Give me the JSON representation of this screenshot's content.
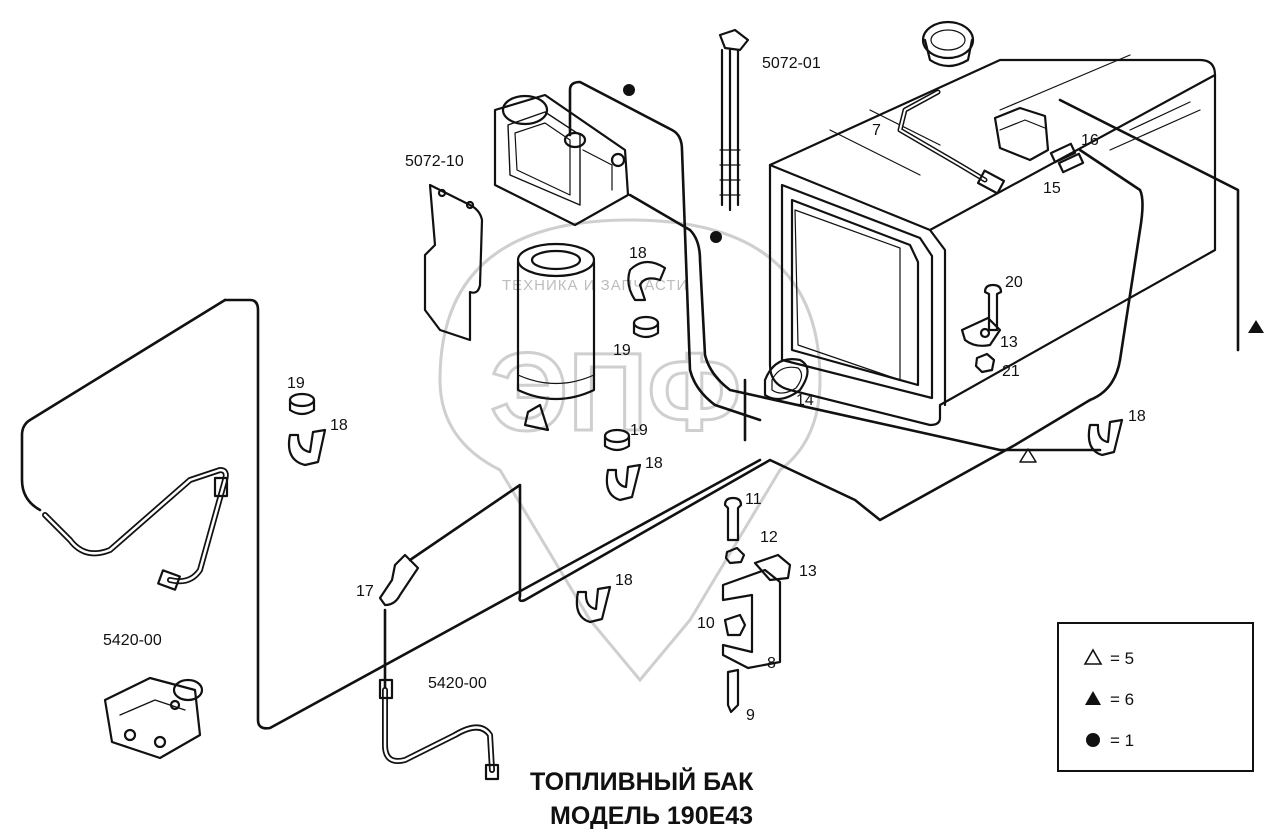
{
  "title": {
    "line1": "ТОПЛИВНЫЙ БАК",
    "line2": "МОДЕЛЬ 190Е43"
  },
  "labels": {
    "p5072_01": "5072-01",
    "p5072_10": "5072-10",
    "p5420_left": "5420-00",
    "p5420_bottom": "5420-00",
    "p7": "7",
    "p8": "8",
    "p9": "9",
    "p10": "10",
    "p11": "11",
    "p12": "12",
    "p13_tank": "13",
    "p13_bracket": "13",
    "p14": "14",
    "p15": "15",
    "p16": "16",
    "p17": "17",
    "p18_filter": "18",
    "p18_left": "18",
    "p18_mid": "18",
    "p18_bottom": "18",
    "p18_right": "18",
    "p19_filter": "19",
    "p19_left": "19",
    "p19_mid": "19",
    "p20": "20",
    "p21": "21"
  },
  "legend": {
    "items": [
      {
        "symbol": "open-triangle",
        "text": "= 5"
      },
      {
        "symbol": "filled-triangle",
        "text": "= 6"
      },
      {
        "symbol": "filled-circle",
        "text": "= 1"
      }
    ]
  },
  "watermark": {
    "logo": "ЭПФ",
    "text": "ТЕХНИКА И ЗАПЧАСТИ"
  },
  "colors": {
    "ink": "#111111",
    "watermark": "#c8c8c8"
  }
}
